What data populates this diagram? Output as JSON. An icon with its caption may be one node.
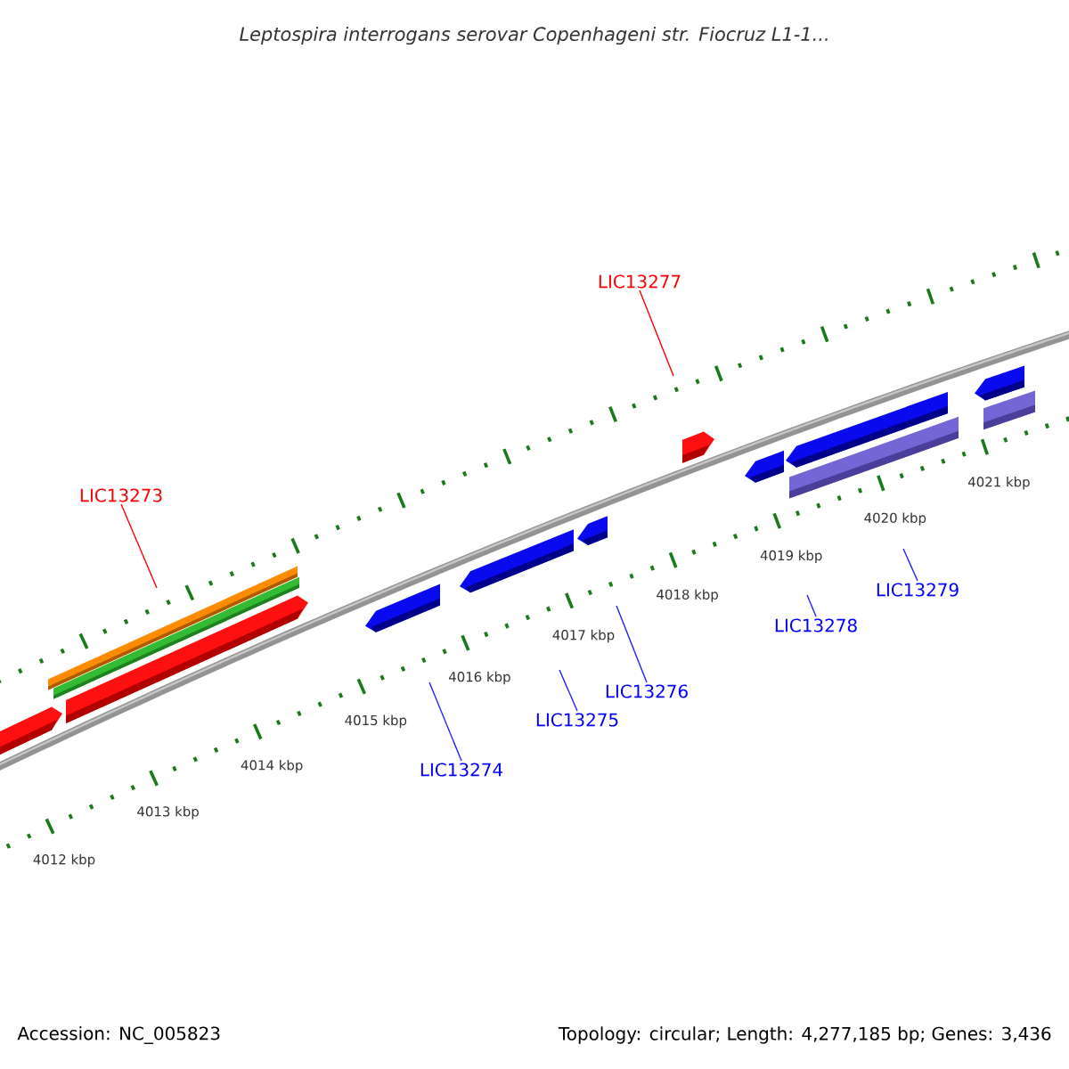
{
  "diagram": {
    "title": "Leptospira interrogans serovar Copenhageni str. Fiocruz L1-1...",
    "nodes": [
      {
        "text": [
          "LIC13277"
        ]
      },
      {
        "text": [
          "LIC13273"
        ]
      },
      {
        "text": [
          "LIC13279"
        ]
      },
      {
        "text": [
          "LIC13278"
        ]
      },
      {
        "text": [
          "LIC13276"
        ]
      },
      {
        "text": [
          "LIC13275"
        ]
      },
      {
        "text": [
          "LIC13274"
        ]
      }
    ],
    "edges": [
      {
        "from": 0,
        "to": null,
        "arrow": "none",
        "color": "#ff0000"
      },
      {
        "from": 1,
        "to": null,
        "arrow": "none",
        "color": "#ff0000"
      },
      {
        "from": 2,
        "to": null,
        "arrow": "none"
      },
      {
        "from": 3,
        "to": null,
        "arrow": "none"
      },
      {
        "from": 4,
        "to": null,
        "arrow": "none"
      },
      {
        "from": 5,
        "to": null,
        "arrow": "none"
      },
      {
        "from": 6,
        "to": null,
        "arrow": "none"
      }
    ],
    "labels": [
      "4012 kbp",
      "4013 kbp",
      "4014 kbp",
      "4015 kbp",
      "4016 kbp",
      "4017 kbp",
      "4018 kbp",
      "4019 kbp",
      "4020 kbp",
      "4021 kbp",
      "Accession: NC_005823",
      "Topology: circular; Length: 4,277,185 bp; Genes: 3,436"
    ]
  }
}
